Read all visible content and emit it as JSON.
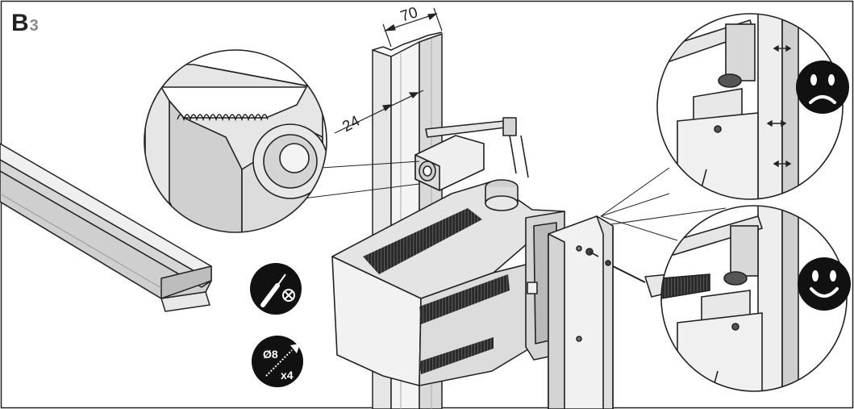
{
  "step": {
    "letter": "B",
    "number": "3"
  },
  "dimensions": {
    "width": "70",
    "depth": "24"
  },
  "fastener": {
    "diameter": "Ø8",
    "quantity": "x4"
  },
  "icons": {
    "tool": "screwdriver-icon",
    "wrong": "sad-face-icon",
    "correct": "happy-face-icon"
  },
  "colors": {
    "line": "#222222",
    "fill_light": "#e9e9e9",
    "fill_mid": "#cfcfcf",
    "fill_dark": "#2a2a2a",
    "step_number": "#8a8a8a"
  }
}
